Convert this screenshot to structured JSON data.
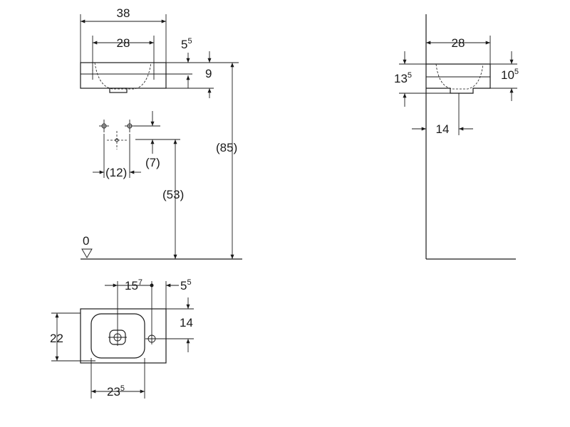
{
  "front_view": {
    "overall_width": "38",
    "tap_spacing": "28",
    "rim_offset": "5",
    "rim_offset_sup": "5",
    "basin_height": "9",
    "total_height": "(85)"
  },
  "rough_in": {
    "spacing": "(12)",
    "offset": "(7)",
    "height": "(53)"
  },
  "floor_level": {
    "label": "0"
  },
  "side_view": {
    "width": "28",
    "height_left": "13",
    "height_left_sup": "5",
    "height_right": "10",
    "height_right_sup": "5",
    "drain_offset": "14"
  },
  "top_view": {
    "tap_offset": "15",
    "tap_offset_sup": "7",
    "edge_offset": "5",
    "edge_offset_sup": "5",
    "depth": "22",
    "tap_depth": "14",
    "bowl_width": "23",
    "bowl_width_sup": "5"
  }
}
